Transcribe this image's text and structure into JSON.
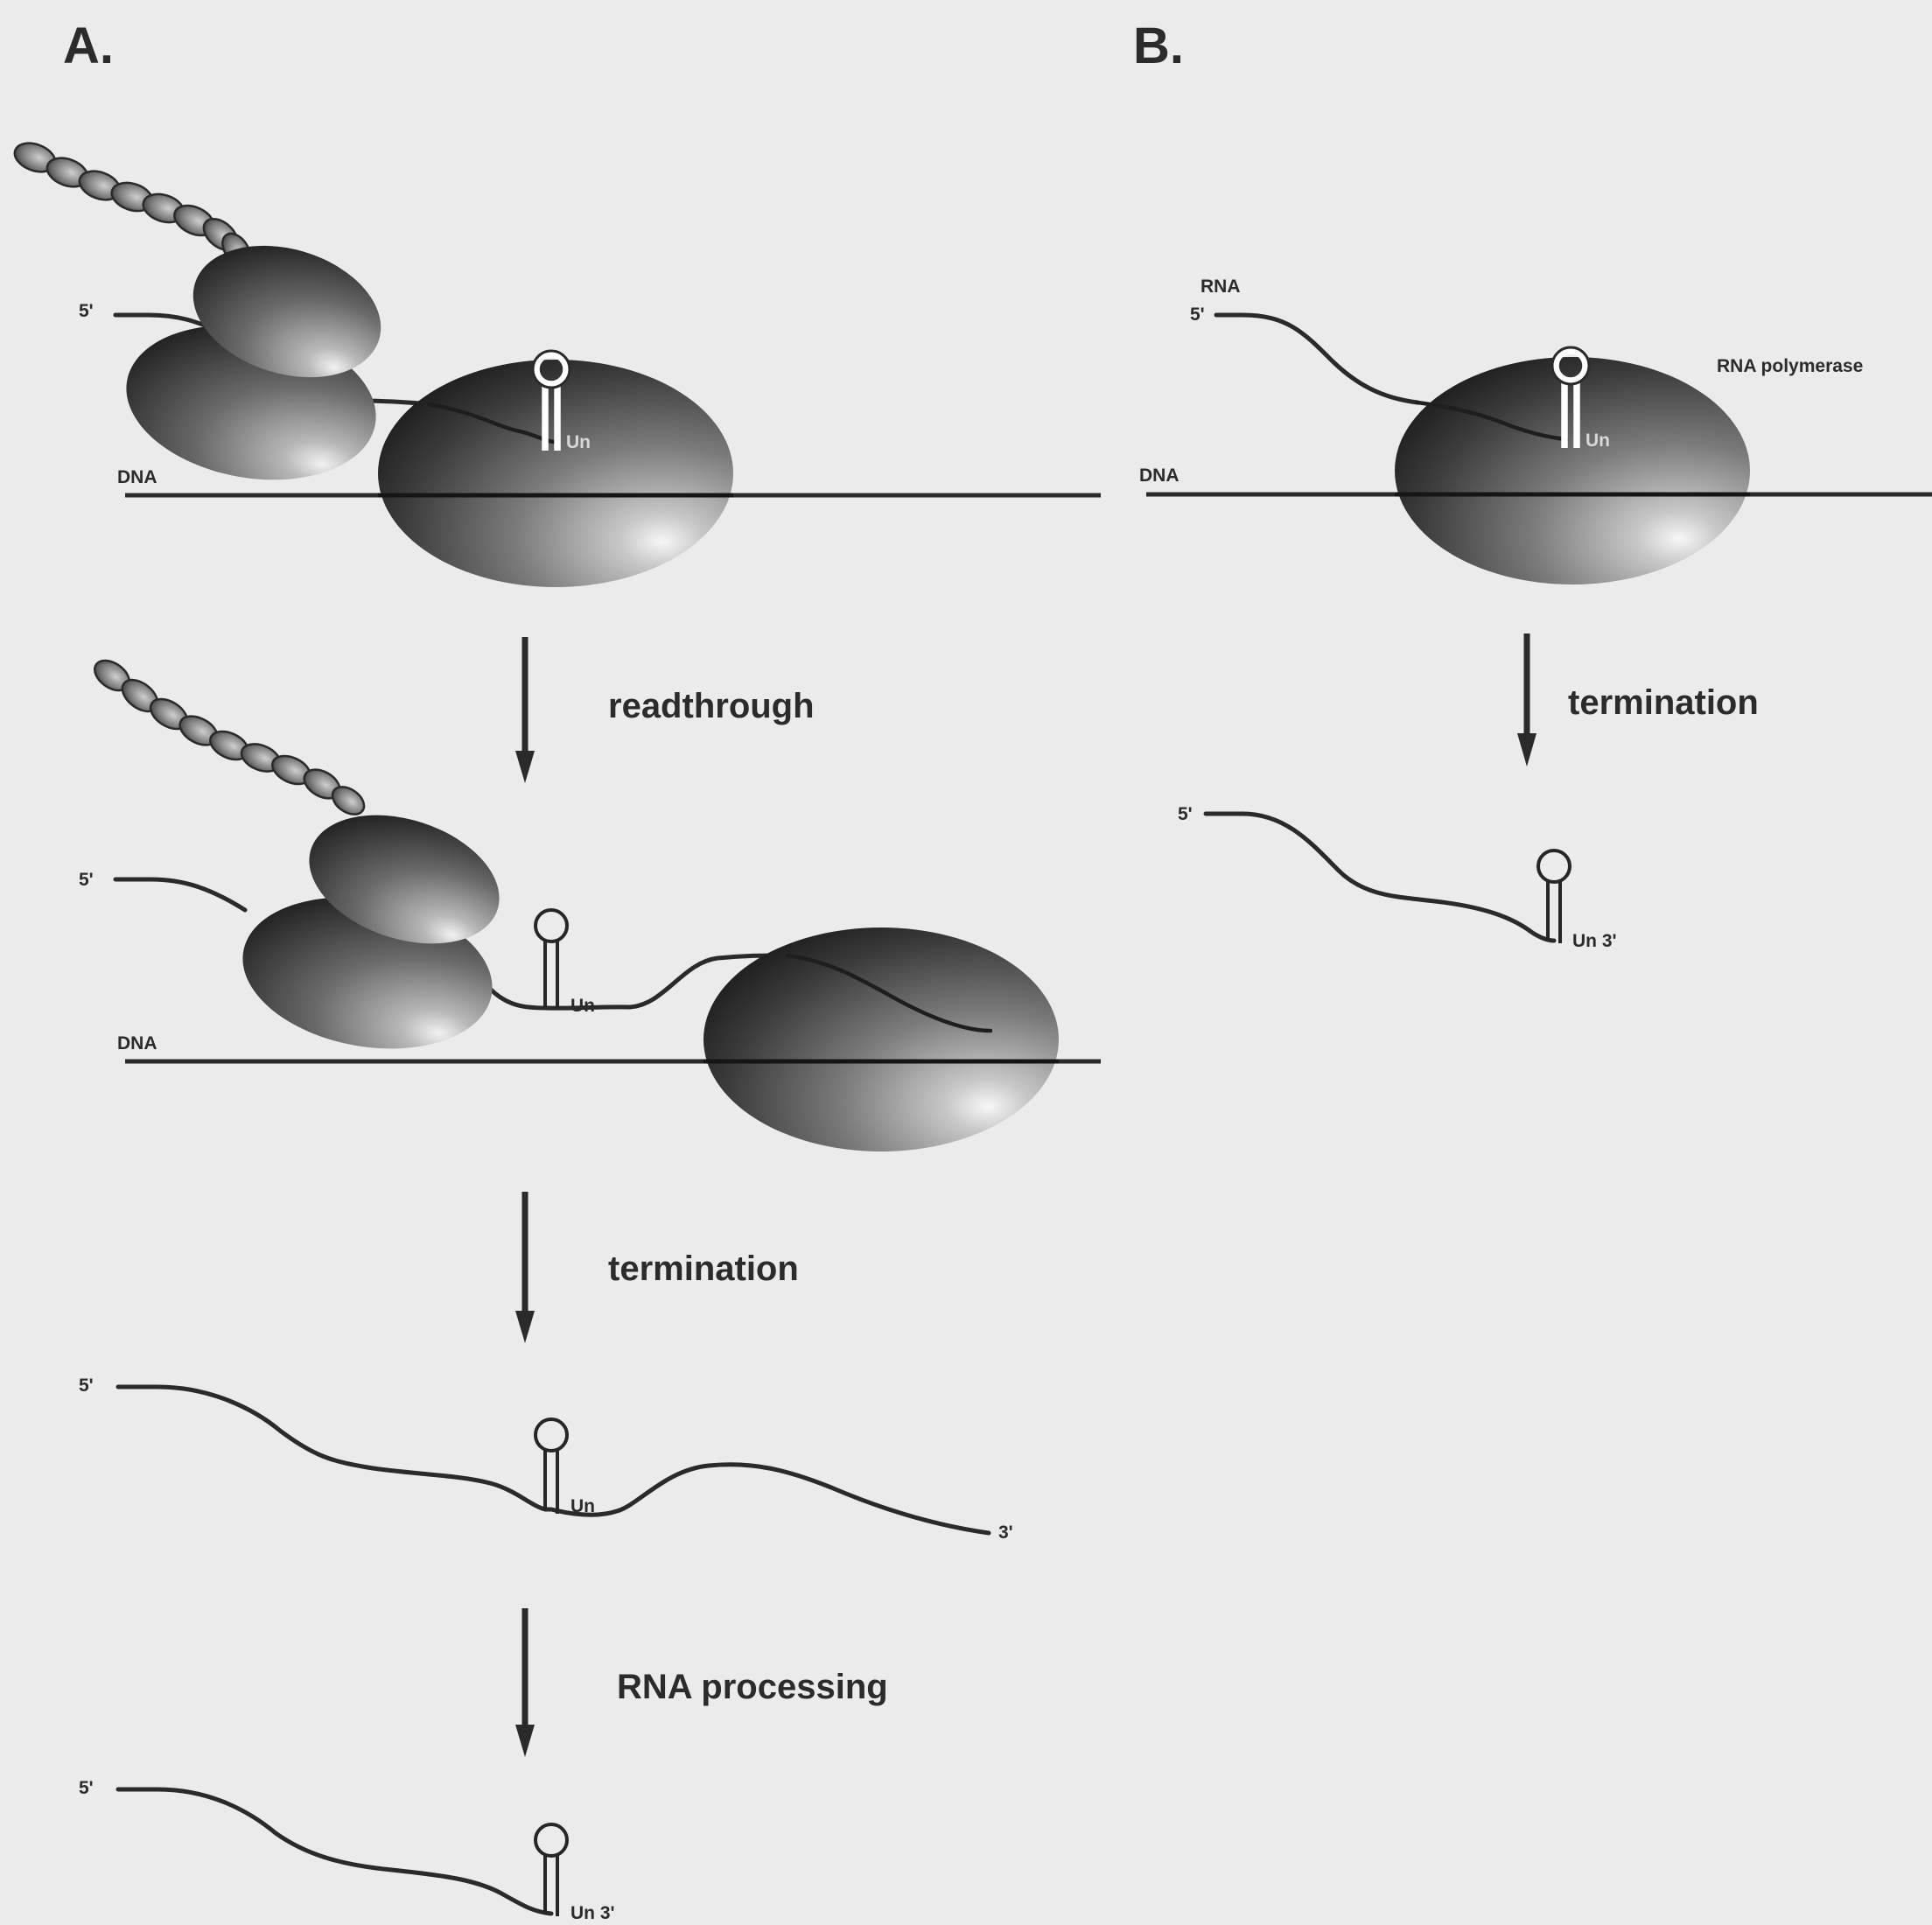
{
  "panels": {
    "a": {
      "label": "A."
    },
    "b": {
      "label": "B."
    }
  },
  "labels": {
    "five_prime": "5'",
    "three_prime": "3'",
    "un": "Un",
    "un_3prime": "Un 3'",
    "dna": "DNA",
    "rna": "RNA",
    "rna_polymerase": "RNA polymerase"
  },
  "steps": {
    "readthrough": "readthrough",
    "termination_a": "termination",
    "rna_processing": "RNA processing",
    "termination_b": "termination"
  },
  "colors": {
    "background": "#ebebeb",
    "line": "#2a2a2a",
    "shape_dark": "#1e1e1e",
    "shape_light": "#d8d8d8"
  }
}
